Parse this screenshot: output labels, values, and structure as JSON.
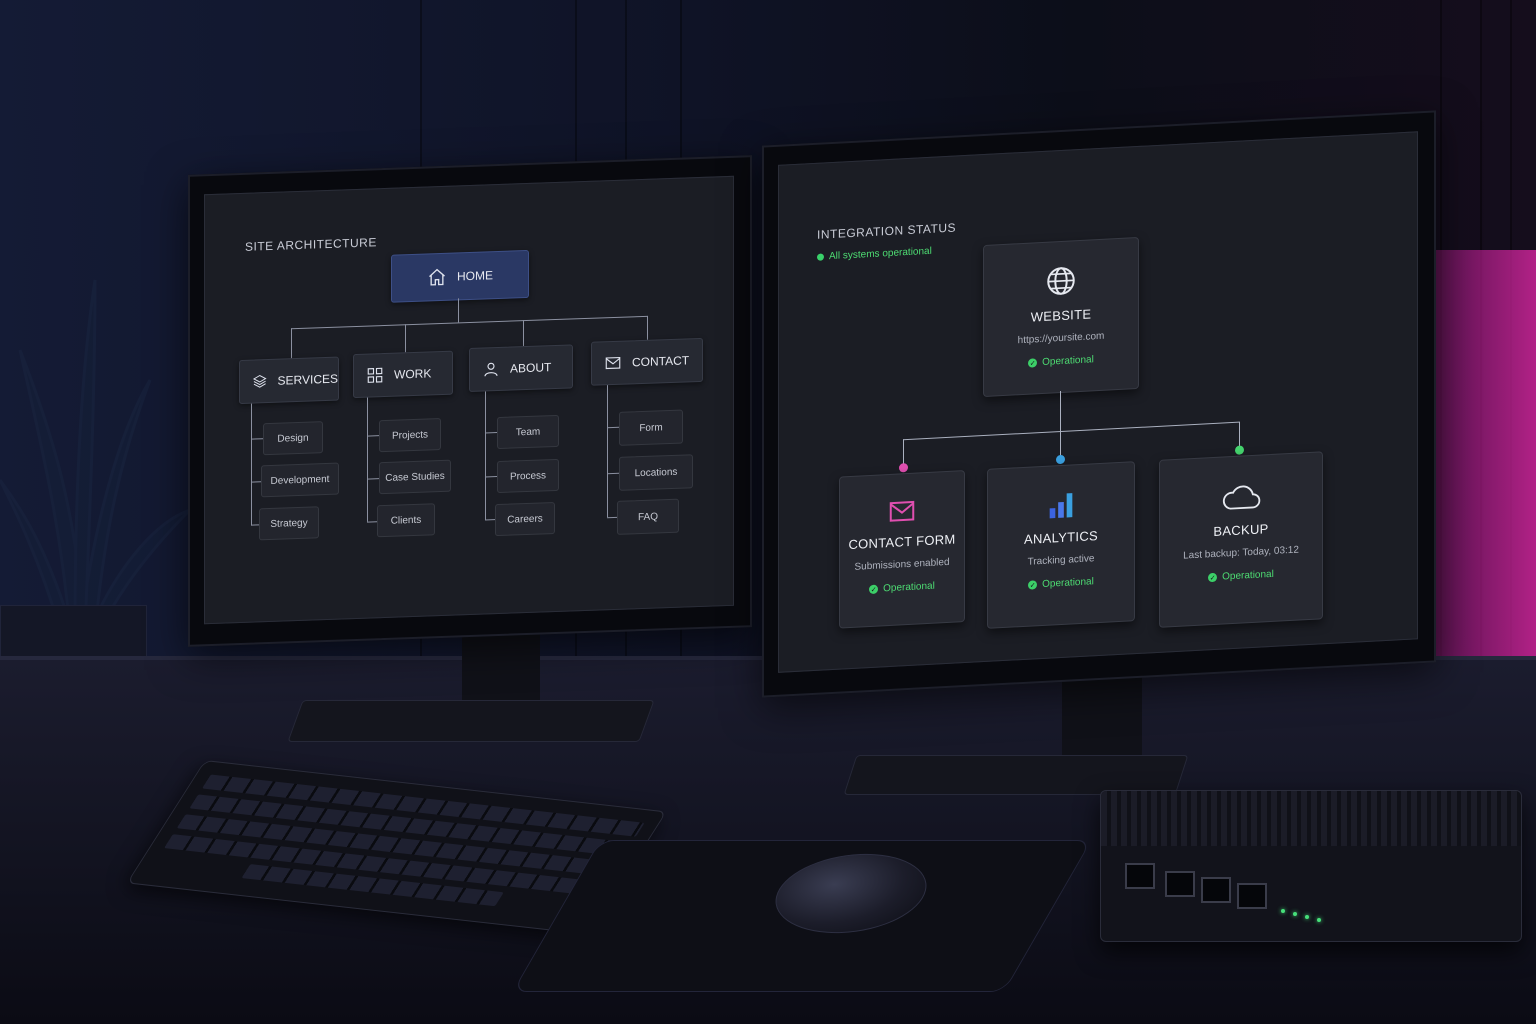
{
  "left_screen": {
    "title": "SITE ARCHITECTURE",
    "home": {
      "label": "HOME",
      "icon": "home-icon"
    },
    "sections": [
      {
        "label": "SERVICES",
        "icon": "layers-icon",
        "children": [
          "Design",
          "Development",
          "Strategy"
        ]
      },
      {
        "label": "WORK",
        "icon": "grid-icon",
        "children": [
          "Projects",
          "Case Studies",
          "Clients"
        ]
      },
      {
        "label": "ABOUT",
        "icon": "user-icon",
        "children": [
          "Team",
          "Process",
          "Careers"
        ]
      },
      {
        "label": "CONTACT",
        "icon": "mail-icon",
        "children": [
          "Form",
          "Locations",
          "FAQ"
        ]
      }
    ]
  },
  "right_screen": {
    "title": "INTEGRATION STATUS",
    "status": "All systems operational",
    "website": {
      "title": "WEBSITE",
      "sub": "https://yoursite.com",
      "status": "Operational",
      "icon": "globe-icon"
    },
    "services": [
      {
        "title": "CONTACT FORM",
        "sub": "Submissions enabled",
        "status": "Operational",
        "icon": "mail-icon",
        "accent": "#e04fb0"
      },
      {
        "title": "ANALYTICS",
        "sub": "Tracking active",
        "status": "Operational",
        "icon": "bar-chart-icon",
        "accent": "#3aa0e0"
      },
      {
        "title": "BACKUP",
        "sub": "Last backup: Today, 03:12",
        "status": "Operational",
        "icon": "cloud-icon",
        "accent": "#45d46e"
      }
    ]
  },
  "colors": {
    "operational": "#4ddb72",
    "home_node": "#2a3864",
    "wall_glow": "#e028aa"
  }
}
